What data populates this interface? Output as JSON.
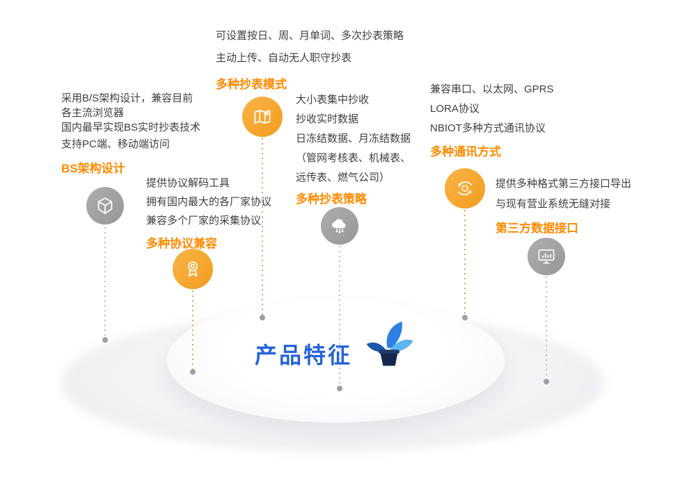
{
  "center": {
    "title": "产品特征"
  },
  "features": [
    {
      "title": "BS架构设计",
      "icon": "cube-icon",
      "lines": [
        "采用B/S架构设计，兼容目前",
        "各主流浏览器",
        "国内最早实现BS实时抄表技术",
        "支持PC端、移动端访问"
      ]
    },
    {
      "title": "多种协议兼容",
      "icon": "medal-icon",
      "lines": [
        "提供协议解码工具",
        "拥有国内最大的各厂家协议",
        "兼容多个厂家的采集协议"
      ]
    },
    {
      "title": "多种抄表模式",
      "icon": "map-icon",
      "lines": [
        "可设置按日、周、月单词、多次抄表策略",
        "主动上传、自动无人职守抄表"
      ]
    },
    {
      "title": "多种抄表策略",
      "icon": "cloud-network-icon",
      "lines": [
        "大小表集中抄收",
        "抄收实时数据",
        "日冻结数据、月冻结数据",
        "（管网考核表、机械表、",
        "远传表、燃气公司）"
      ]
    },
    {
      "title": "多种通讯方式",
      "icon": "sync-arrows-icon",
      "lines": [
        "兼容串口、以太网、GPRS",
        "LORA协议",
        "NBIOT多种方式通讯协议"
      ]
    },
    {
      "title": "第三方数据接口",
      "icon": "monitor-chart-icon",
      "lines": [
        "提供多种格式第三方接口导出",
        "与现有营业系统无缝对接"
      ]
    }
  ],
  "colors": {
    "circle_orange": "#f29d1e",
    "circle_gray": "#9e9e9e",
    "title_orange": "#ff8a00",
    "center_blue": "#2563d8",
    "body_text": "#3f3f3f",
    "connector_tan": "#d6a75f",
    "connector_gray": "#bdbdbd",
    "dot_gray": "#9aa0a6"
  }
}
